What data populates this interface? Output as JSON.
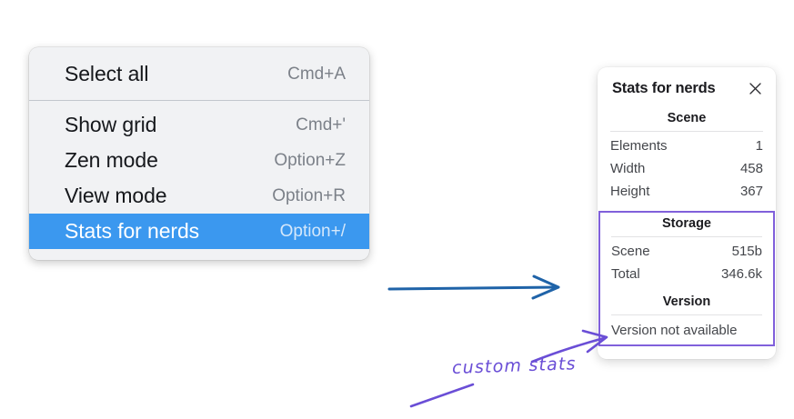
{
  "page": {
    "background": "#ffffff",
    "accent_blue": "#3b98ef",
    "accent_purple": "#8060db",
    "annotation_purple": "#6a4ed6",
    "arrow_blue": "#1f63a8"
  },
  "context_menu": {
    "groups": [
      {
        "items": [
          {
            "label": "Select all",
            "shortcut": "Cmd+A",
            "selected": false
          }
        ]
      },
      {
        "items": [
          {
            "label": "Show grid",
            "shortcut": "Cmd+'",
            "selected": false
          },
          {
            "label": "Zen mode",
            "shortcut": "Option+Z",
            "selected": false
          },
          {
            "label": "View mode",
            "shortcut": "Option+R",
            "selected": false
          },
          {
            "label": "Stats for nerds",
            "shortcut": "Option+/",
            "selected": true
          }
        ]
      }
    ]
  },
  "stats_panel": {
    "title": "Stats for nerds",
    "close_icon": "close-icon",
    "scene": {
      "heading": "Scene",
      "rows": [
        {
          "key": "Elements",
          "value": "1"
        },
        {
          "key": "Width",
          "value": "458"
        },
        {
          "key": "Height",
          "value": "367"
        }
      ]
    },
    "storage": {
      "heading": "Storage",
      "rows": [
        {
          "key": "Scene",
          "value": "515b"
        },
        {
          "key": "Total",
          "value": "346.6k"
        }
      ]
    },
    "version": {
      "heading": "Version",
      "text": "Version not available"
    }
  },
  "annotations": {
    "handwritten_label": "custom stats",
    "blue_arrow": "arrow-right-icon",
    "purple_arrow": "arrow-pointer-icon",
    "purple_underline": "underline-stroke"
  }
}
